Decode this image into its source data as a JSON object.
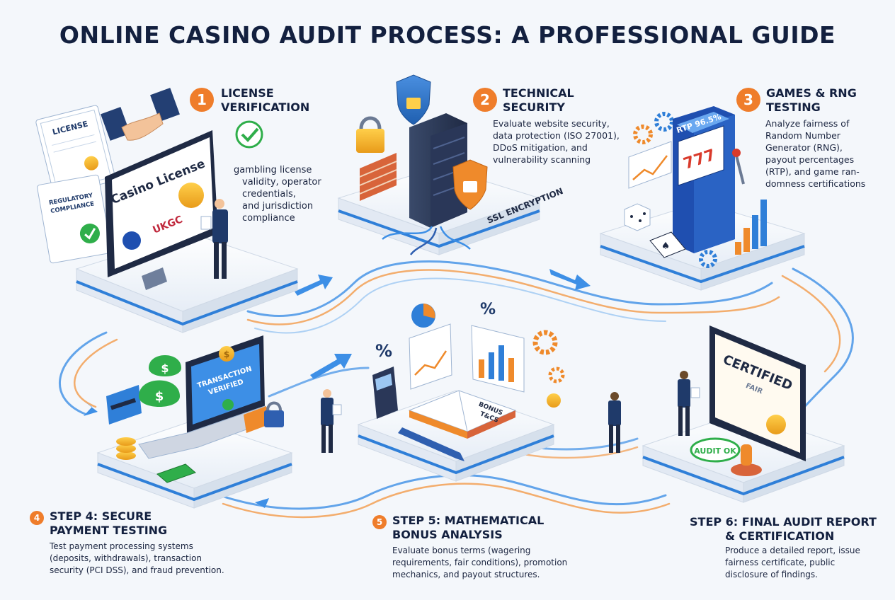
{
  "title": "ONLINE CASINO AUDIT PROCESS: A PROFESSIONAL GUIDE",
  "steps": [
    {
      "number": "1",
      "title_lines": [
        "LICENSE",
        "VERIFICATION"
      ],
      "desc_lines": [
        "gambling license",
        "validity, operator",
        "credentials,",
        "and jurisdiction",
        "compliance"
      ]
    },
    {
      "number": "2",
      "title_lines": [
        "TECHNICAL",
        "SECURITY"
      ],
      "desc_lines": [
        "Evaluate website security,",
        "data protection (ISO 27001),",
        "DDoS mitigation, and",
        "vulnerability scanning"
      ]
    },
    {
      "number": "3",
      "title_lines": [
        "GAMES & RNG",
        "TESTING"
      ],
      "desc_lines": [
        "Analyze fairness of",
        "Random Number",
        "Generator (RNG),",
        "payout percentages",
        "(RTP), and game ran-",
        "domness certifications"
      ]
    },
    {
      "number": "4",
      "title_lines": [
        "STEP 4: SECURE",
        "PAYMENT TESTING"
      ],
      "desc_lines": [
        "Test payment processing systems",
        "(deposits, withdrawals), transaction",
        "security (PCI DSS), and fraud prevention."
      ]
    },
    {
      "number": "5",
      "title_lines": [
        "STEP 5: MATHEMATICAL",
        "BONUS ANALYSIS"
      ],
      "desc_lines": [
        "Evaluate bonus terms (wagering",
        "requirements, fair conditions), promotion",
        "mechanics, and payout structures."
      ]
    },
    {
      "number": "",
      "title_lines": [
        "STEP 6: FINAL AUDIT REPORT",
        "& CERTIFICATION"
      ],
      "desc_lines": [
        "Produce a detailed report, issue",
        "fairness certificate, public",
        "disclosure of findings."
      ]
    }
  ],
  "illustration_labels": {
    "license_doc": "LICENSE",
    "compliance_doc": [
      "REGULATORY",
      "COMPLIANCE"
    ],
    "monitor_title": "Casino License",
    "ukgc": "UKGC",
    "ssl": "SSL ENCRYPTION",
    "rtp": "RTP 96.5%",
    "sevens": "777",
    "transaction": [
      "TRANSACTION",
      "VERIFIED"
    ],
    "bonus_book": [
      "BONUS",
      "T&CS"
    ],
    "certified": [
      "CERTIFIED",
      "FAIR"
    ],
    "audit_ok": "AUDIT OK"
  },
  "colors": {
    "accent_orange": "#ef7d2b",
    "navy": "#13203f",
    "platform_blue": "#2f7fd8",
    "path_blue": "#3d8fe6",
    "path_orange": "#f29a4a",
    "green_check": "#2fae4a"
  }
}
